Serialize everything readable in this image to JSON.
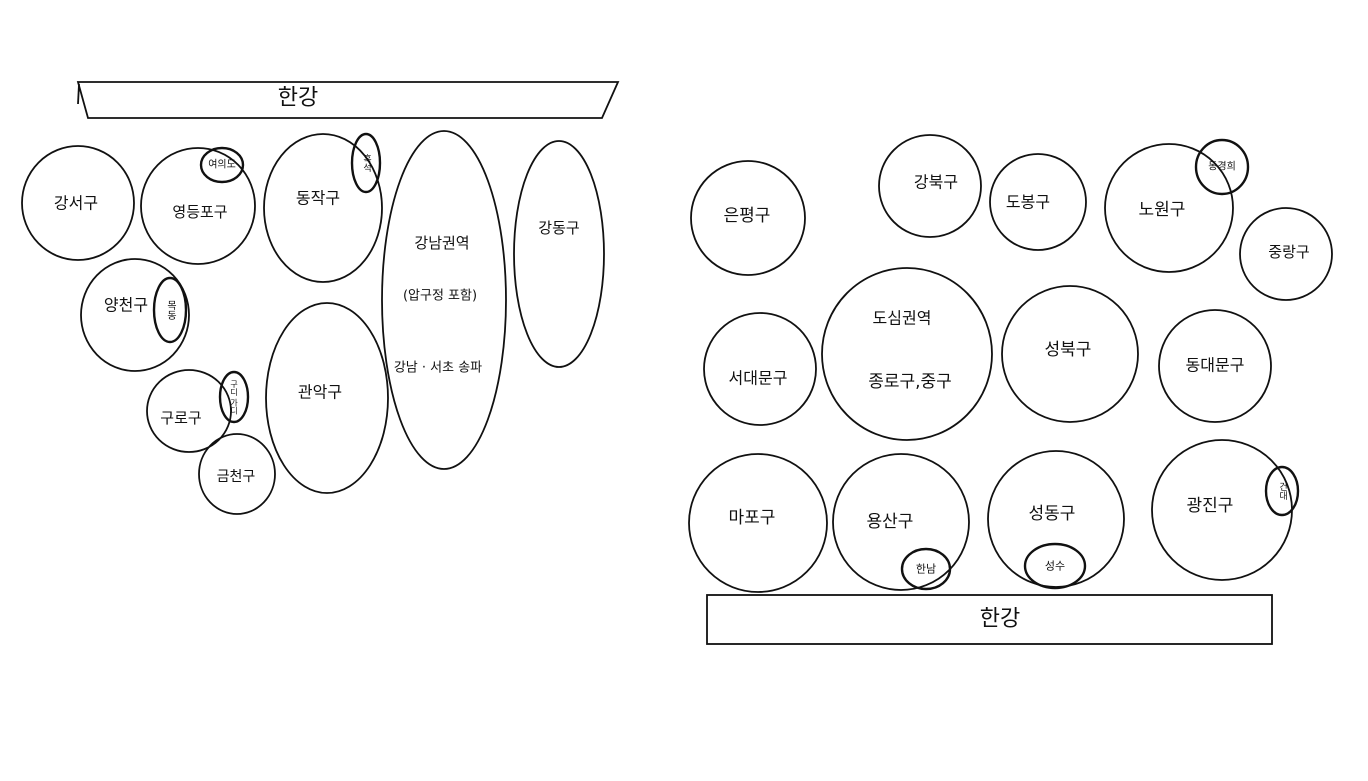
{
  "colors": {
    "stroke": "#111111",
    "background": "#ffffff"
  },
  "south_map": {
    "river": "한강",
    "districts": {
      "gangseo": "강서구",
      "yeongdeungpo": "영등포구",
      "yeouido": "여의도",
      "dongjak": "동작구",
      "dongjak_badge": "흑석",
      "gangnam": "강남권역",
      "gangnam_note": "(압구정 포함)",
      "gangnam_note2": "강남 · 서초 송파",
      "gangdong": "강동구",
      "yangcheon": "양천구",
      "yangcheon_badge": "목동",
      "guro": "구로구",
      "guro_badge": "구디 가디",
      "geumcheon": "금천구",
      "gwanak": "관악구"
    }
  },
  "north_map": {
    "river": "한강",
    "districts": {
      "eunpyeong": "은평구",
      "gangbuk": "강북구",
      "dobong": "도봉구",
      "nowon": "노원구",
      "nowon_badge": "동경희",
      "jungnang": "중랑구",
      "seodaemun": "서대문구",
      "dosim": "도심권역",
      "dosim_sub": "종로구,중구",
      "seongbuk": "성북구",
      "dongdaemun": "동대문구",
      "mapo": "마포구",
      "yongsan": "용산구",
      "yongsan_badge": "한남",
      "seongdong": "성동구",
      "seongdong_badge": "성수",
      "gwangjin": "광진구",
      "gwangjin_badge": "건대"
    }
  }
}
